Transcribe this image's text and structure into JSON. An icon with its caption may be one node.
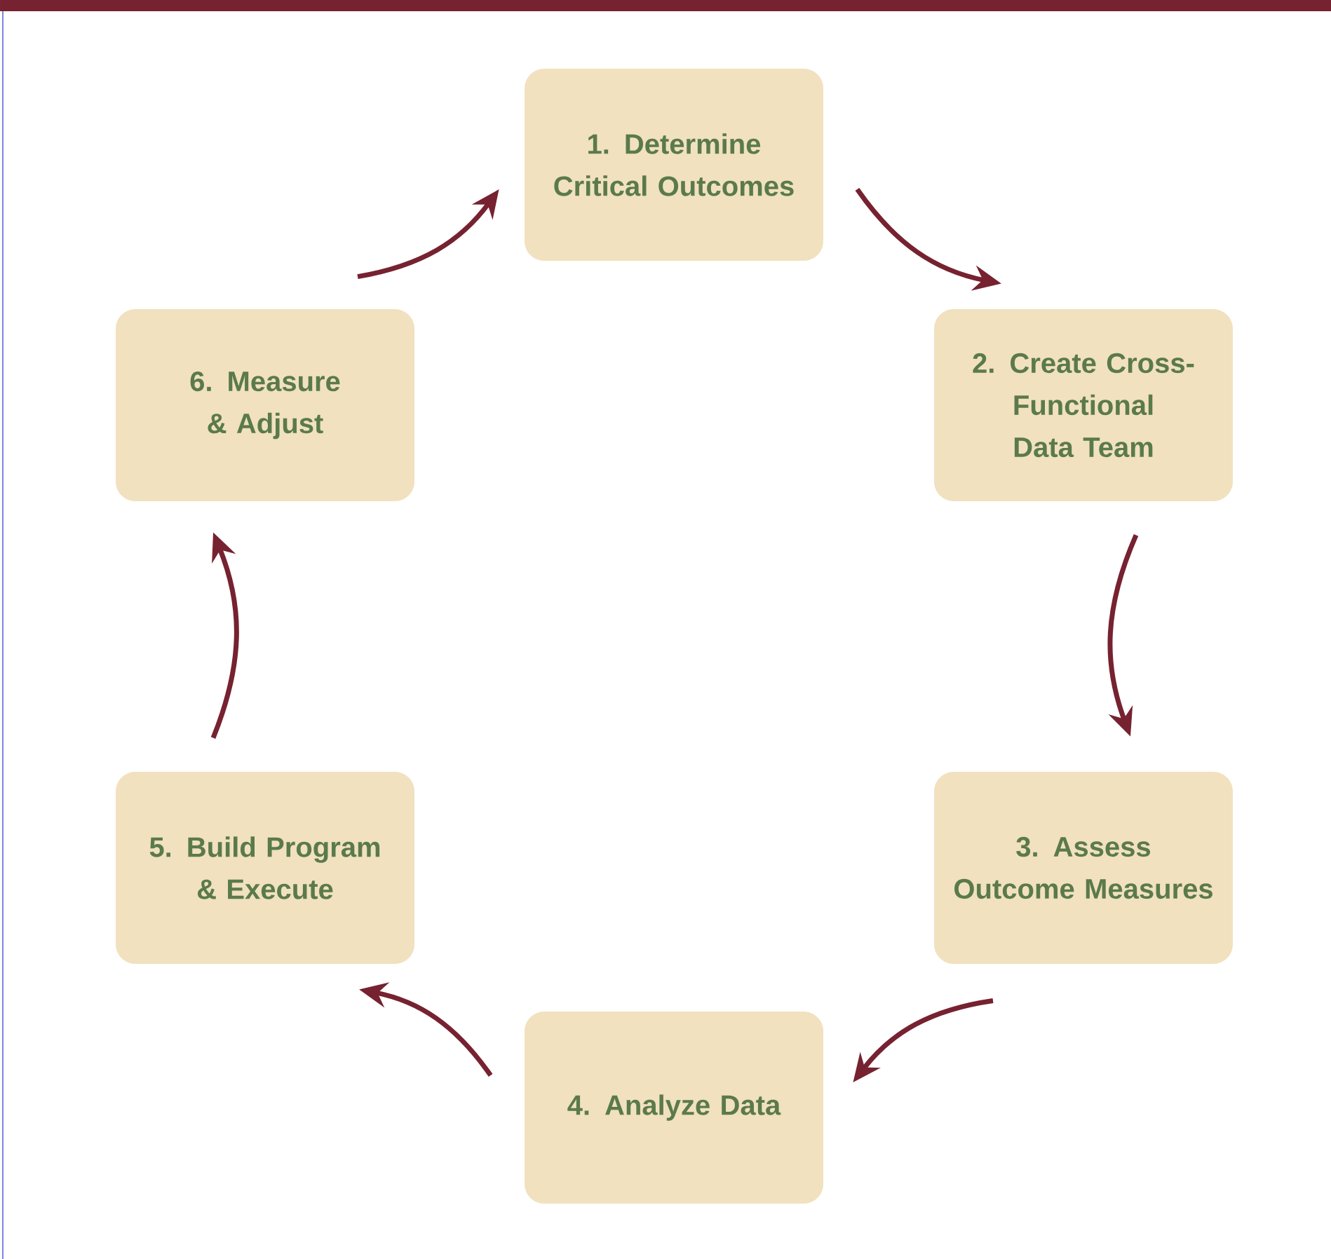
{
  "diagram": {
    "nodes": [
      {
        "text": [
          "1. Determine Critical Outcomes"
        ]
      },
      {
        "text": [
          "2. Create Cross-Functional Data Team"
        ]
      },
      {
        "text": [
          "3. Assess Outcome Measures"
        ]
      },
      {
        "text": [
          "4. Analyze Data"
        ]
      },
      {
        "text": [
          "5. Build Program & Execute"
        ]
      },
      {
        "text": [
          "6. Measure & Adjust"
        ]
      }
    ],
    "edges": [
      {
        "from": 0,
        "to": 1,
        "arrow": "to"
      },
      {
        "from": 1,
        "to": 2,
        "arrow": "to"
      },
      {
        "from": 2,
        "to": 3,
        "arrow": "to"
      },
      {
        "from": 3,
        "to": 4,
        "arrow": "to"
      },
      {
        "from": 4,
        "to": 5,
        "arrow": "to"
      },
      {
        "from": 5,
        "to": 0,
        "arrow": "to"
      }
    ]
  }
}
